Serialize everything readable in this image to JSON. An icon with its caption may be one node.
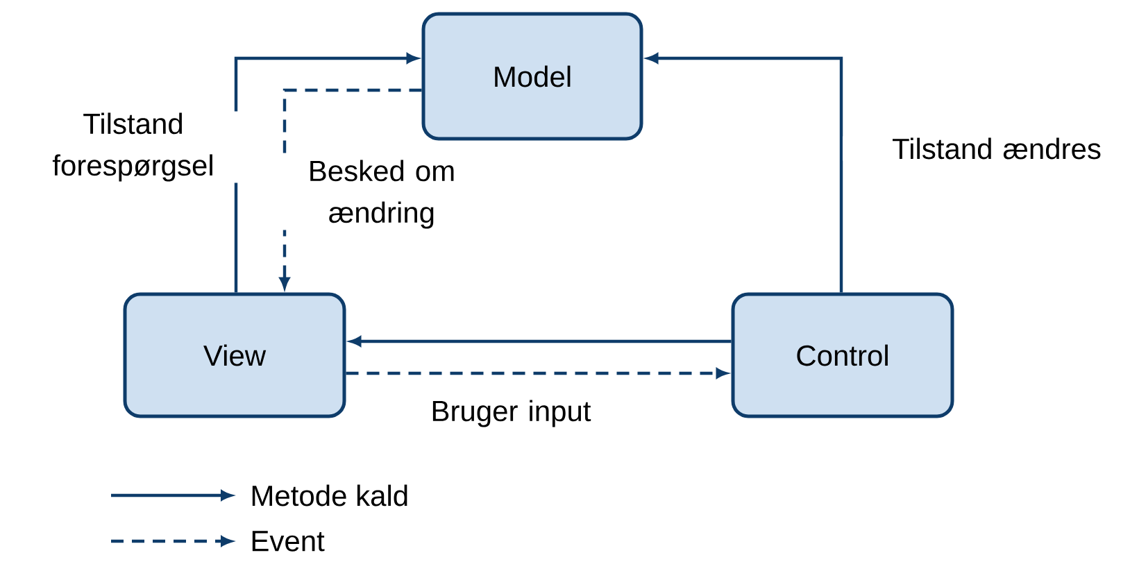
{
  "diagram": {
    "nodes": [
      {
        "text": [
          "Model"
        ]
      },
      {
        "text": [
          "View"
        ]
      },
      {
        "text": [
          "Control"
        ]
      }
    ],
    "edges": [
      {
        "from": 1,
        "to": 0,
        "arrow": "to",
        "label": "Tilstand forespørgsel"
      },
      {
        "from": 0,
        "to": 1,
        "arrow": "to",
        "style": "dashed",
        "label": "Besked om ændring"
      },
      {
        "from": 2,
        "to": 0,
        "arrow": "to",
        "label": "Tilstand ændres"
      },
      {
        "from": 2,
        "to": 1,
        "arrow": "to"
      },
      {
        "from": 1,
        "to": 2,
        "arrow": "to",
        "style": "dashed",
        "label": "Bruger input"
      }
    ],
    "legend": [
      {
        "text": "Metode kald"
      },
      {
        "text": "Event"
      }
    ]
  }
}
